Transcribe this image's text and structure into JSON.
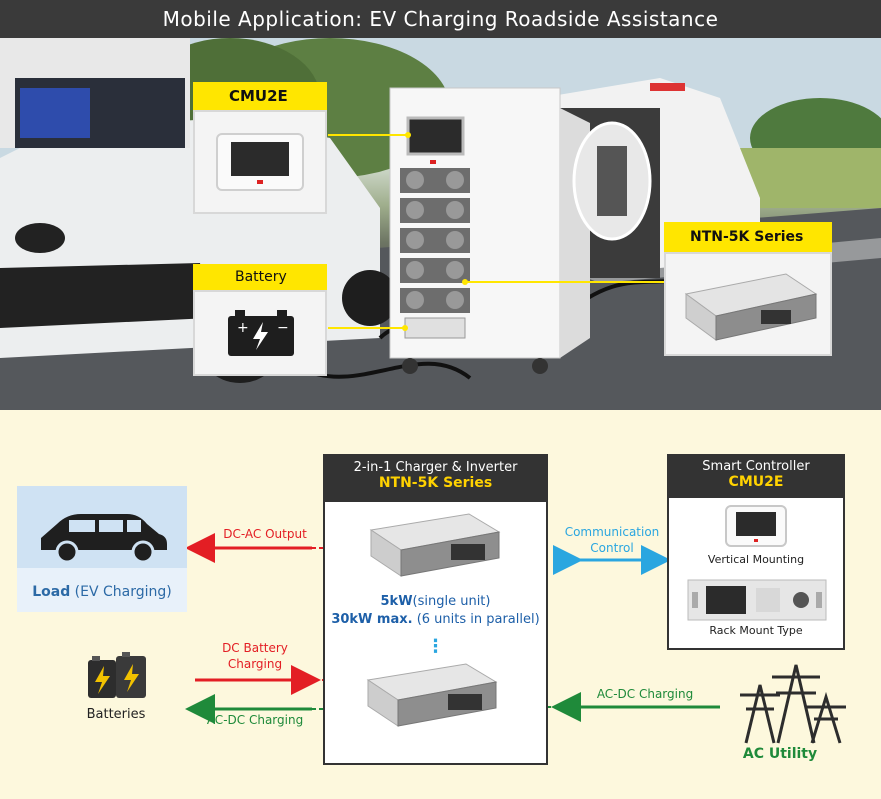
{
  "title": "Mobile Application: EV Charging Roadside Assistance",
  "photo": {
    "cmu2e_label": "CMU2E",
    "battery_label": "Battery",
    "ntn_label": "NTN-5K Series"
  },
  "diagram": {
    "charger": {
      "title": "2-in-1 Charger & Inverter",
      "model": "NTN-5K Series",
      "spec_line1_bold": "5kW",
      "spec_line1_rest": "(single unit)",
      "spec_line2_bold": "30kW max.",
      "spec_line2_rest": " (6 units in parallel)",
      "ellipsis": "⋮"
    },
    "controller": {
      "title": "Smart Controller",
      "model": "CMU2E",
      "vertical_label": "Vertical Mounting",
      "rack_label": "Rack Mount Type"
    },
    "load": {
      "label_bold": "Load",
      "label_rest": " (EV Charging)"
    },
    "batteries_label": "Batteries",
    "ac_utility_label": "AC Utility",
    "flows": {
      "dc_ac_output": "DC-AC Output",
      "dc_battery_charging_1": "DC Battery",
      "dc_battery_charging_2": "Charging",
      "ac_dc_charging_left": "AC-DC Charging",
      "ac_dc_charging_right": "AC-DC Charging",
      "communication_1": "Communication",
      "communication_2": "Control"
    },
    "colors": {
      "red": "#e31e24",
      "green": "#1f8a3a",
      "blue": "#2aa6e0",
      "yellow": "#ffd200",
      "dark": "#333333",
      "load_bg": "#cfe2f3",
      "utility_green": "#1f8a3a"
    }
  }
}
